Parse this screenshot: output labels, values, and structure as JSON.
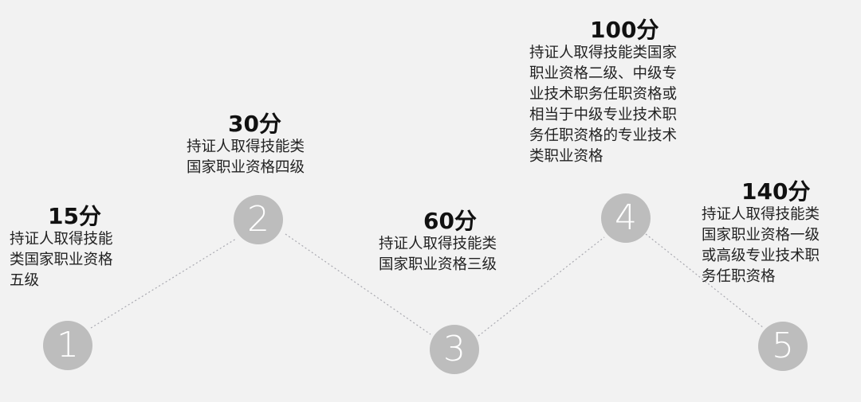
{
  "steps": [
    {
      "number": "1",
      "score": "15分",
      "desc": "持证人取得技能\n类国家职业资格\n五级"
    },
    {
      "number": "2",
      "score": "30分",
      "desc": "持证人取得技能类\n国家职业资格四级"
    },
    {
      "number": "3",
      "score": "60分",
      "desc": "持证人取得技能类\n国家职业资格三级"
    },
    {
      "number": "4",
      "score": "100分",
      "desc": "持证人取得技能类国家\n职业资格二级、中级专\n业技术职务任职资格或\n相当于中级专业技术职\n务任职资格的专业技术\n类职业资格"
    },
    {
      "number": "5",
      "score": "140分",
      "desc": "持证人取得技能类\n国家职业资格一级\n或高级专业技术职\n务任职资格"
    }
  ],
  "colors": {
    "node": "#bdbdbd",
    "connector": "#a9a9b0",
    "background": "#f2f2f2"
  }
}
